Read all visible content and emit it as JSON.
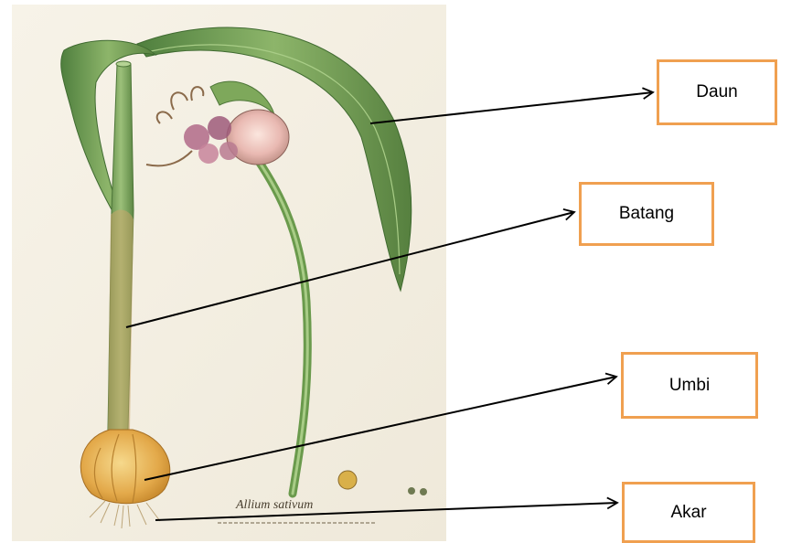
{
  "labels": {
    "daun": "Daun",
    "batang": "Batang",
    "umbi": "Umbi",
    "akar": "Akar"
  },
  "illustration": {
    "caption": "Allium sativum"
  },
  "colors": {
    "box_border": "#f0a050",
    "arrow": "#000000",
    "paper": "#f5f1e6",
    "leaf": "#6f9a54",
    "stem": "#7fa45c",
    "bulb": "#e9b75a",
    "flower": "#b06a88"
  }
}
